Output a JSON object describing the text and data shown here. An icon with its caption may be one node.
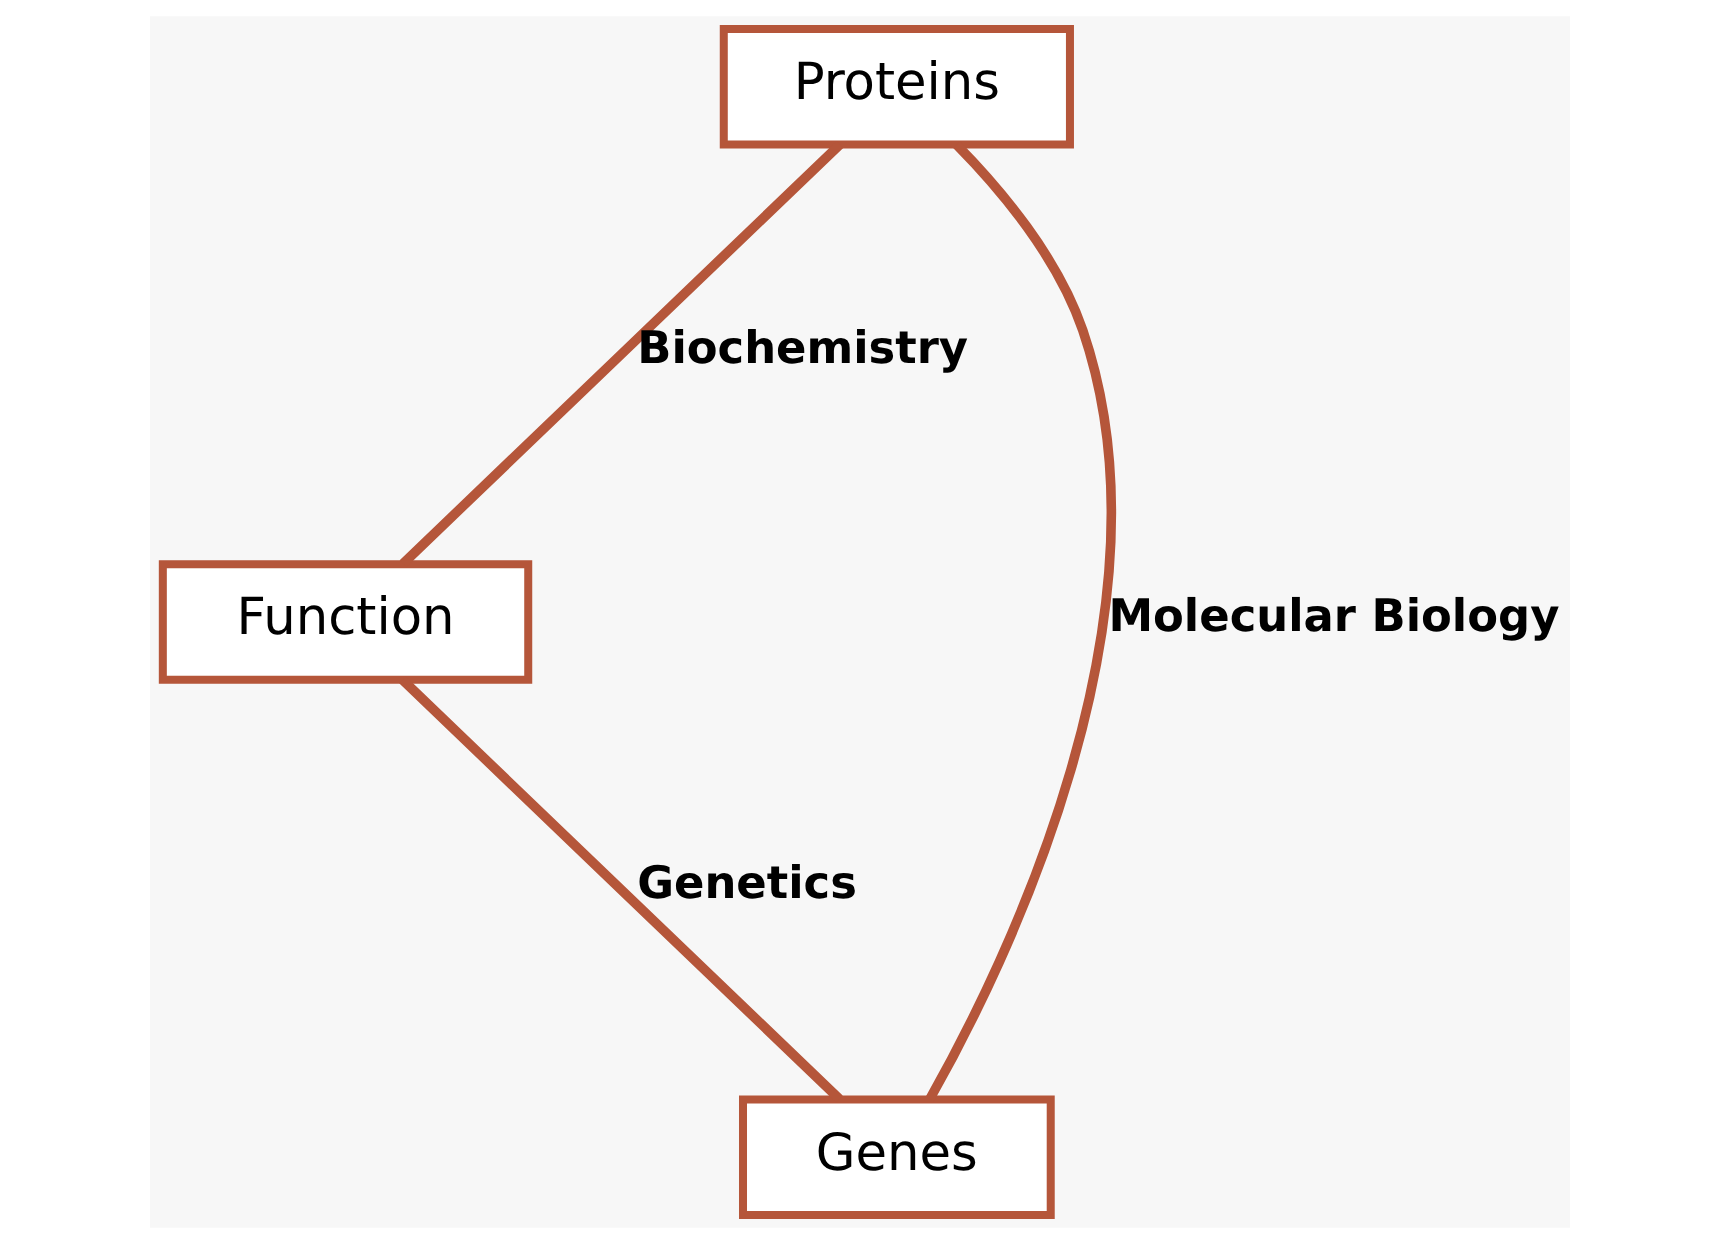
{
  "diagram": {
    "nodes": [
      {
        "text": [
          "Function"
        ]
      },
      {
        "text": [
          "Proteins"
        ]
      },
      {
        "text": [
          "Genes"
        ]
      }
    ],
    "edges": [
      {
        "from": 1,
        "to": 0,
        "arrow": "none",
        "label": "Biochemistry"
      },
      {
        "from": 0,
        "to": 2,
        "arrow": "none",
        "label": "Genetics"
      },
      {
        "from": 1,
        "to": 2,
        "arrow": "none",
        "label": "Molecular Biology"
      }
    ]
  }
}
